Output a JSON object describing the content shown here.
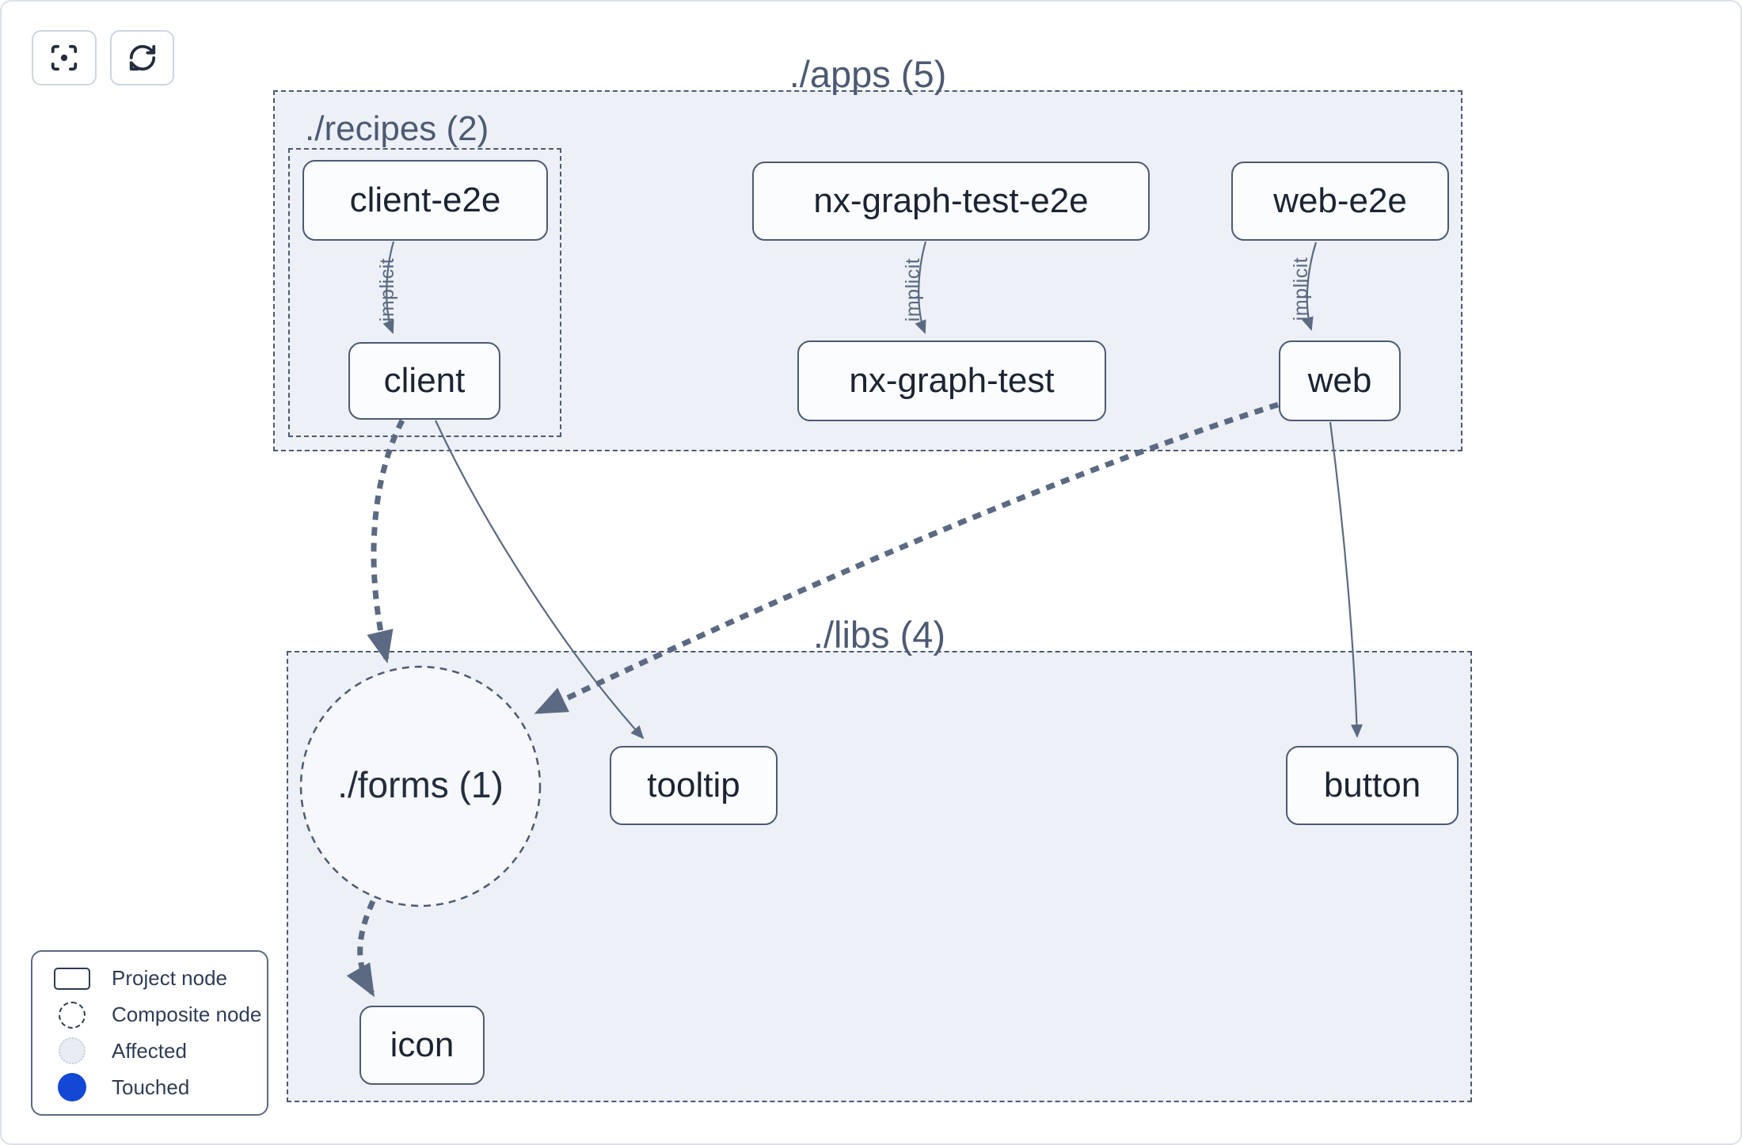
{
  "toolbar": {
    "buttons": [
      {
        "icon": "focus-icon",
        "action": "center-graph"
      },
      {
        "icon": "refresh-icon",
        "action": "refresh-graph"
      }
    ]
  },
  "graph": {
    "groups": [
      {
        "id": "apps",
        "label": "./apps (5)"
      },
      {
        "id": "recipes",
        "label": "./recipes (2)"
      },
      {
        "id": "libs",
        "label": "./libs (4)"
      }
    ],
    "composite": {
      "label": "./forms (1)"
    },
    "nodes": [
      {
        "id": "client-e2e",
        "label": "client-e2e"
      },
      {
        "id": "client",
        "label": "client"
      },
      {
        "id": "nx-graph-test-e2e",
        "label": "nx-graph-test-e2e"
      },
      {
        "id": "nx-graph-test",
        "label": "nx-graph-test"
      },
      {
        "id": "web-e2e",
        "label": "web-e2e"
      },
      {
        "id": "web",
        "label": "web"
      },
      {
        "id": "tooltip",
        "label": "tooltip"
      },
      {
        "id": "button",
        "label": "button"
      },
      {
        "id": "icon",
        "label": "icon"
      }
    ],
    "edges": [
      {
        "from": "client-e2e",
        "to": "client",
        "label": "implicit",
        "style": "solid-thin"
      },
      {
        "from": "nx-graph-test-e2e",
        "to": "nx-graph-test",
        "label": "implicit",
        "style": "solid-thin"
      },
      {
        "from": "web-e2e",
        "to": "web",
        "label": "implicit",
        "style": "solid-thin"
      },
      {
        "from": "client",
        "to": "tooltip",
        "label": "",
        "style": "solid-thin"
      },
      {
        "from": "web",
        "to": "button",
        "label": "",
        "style": "solid-thin"
      },
      {
        "from": "client",
        "to": "./forms",
        "label": "",
        "style": "dashed-thick"
      },
      {
        "from": "web",
        "to": "./forms",
        "label": "",
        "style": "dashed-thick"
      },
      {
        "from": "./forms",
        "to": "icon",
        "label": "",
        "style": "dashed-thick"
      }
    ]
  },
  "legend": {
    "items": [
      {
        "label": "Project node",
        "swatch": "project-rect"
      },
      {
        "label": "Composite node",
        "swatch": "dashed-circle"
      },
      {
        "label": "Affected",
        "swatch": "affected-circle"
      },
      {
        "label": "Touched",
        "swatch": "touched-circle"
      }
    ]
  },
  "colors": {
    "touched": "#1347d6",
    "affected_fill": "#e9edf3",
    "group_fill": "#edf0f6",
    "edge": "#5b6a82",
    "node_border": "#4c5a73",
    "node_text": "#1b2433"
  }
}
